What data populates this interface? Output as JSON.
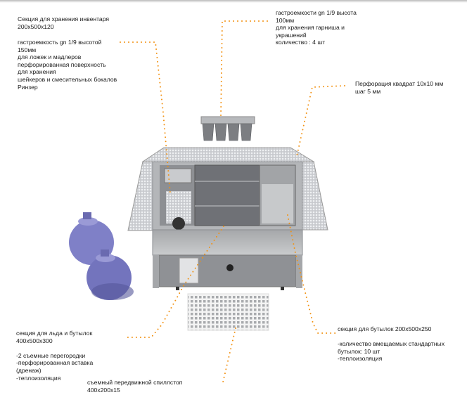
{
  "colors": {
    "leader": "#f29111",
    "steel": "#9a9ca0",
    "steel_dark": "#6f7176",
    "text": "#1a1a1a"
  },
  "notes": {
    "inventory": {
      "lines": [
        "Секция для хранения инвентаря",
        "200x500x120"
      ]
    },
    "gastro150": {
      "lines": [
        "гастроемкость  gn 1/9 высотой",
        "150мм",
        "для ложек и мадлеров",
        "перфорированная поверхность",
        "для хранения",
        "шейкеров и смесительных бокалов",
        "Ринзер"
      ]
    },
    "gastro100": {
      "lines": [
        "гастроемкости gn 1/9 высота",
        "100мм",
        "для хранения гарниша и",
        "украшений",
        "количество : 4 шт"
      ]
    },
    "perforation": {
      "lines": [
        "Перфорация квадрат 10x10 мм",
        "шаг 5 мм"
      ]
    },
    "ice": {
      "lines": [
        "секция для льда и бутылок",
        "400x500x300",
        "",
        "-2 съемные перегородки",
        "-перфорированная вставка",
        "(дренаж)",
        "-теплоизоляция"
      ]
    },
    "spillstop": {
      "lines": [
        "съемный передвижной спиллстоп",
        "400x200x15"
      ]
    },
    "bottles": {
      "lines": [
        "секция для бутылок 200x500x250",
        "",
        "-количество вмещаемых стандартных",
        "бутылок: 10 шт",
        "-теплоизоляция"
      ]
    }
  }
}
